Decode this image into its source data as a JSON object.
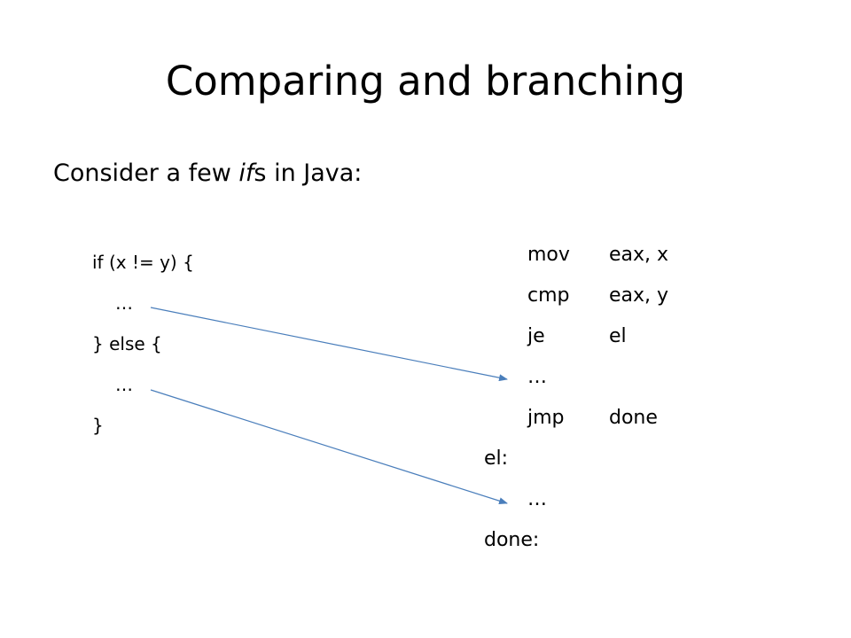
{
  "slide": {
    "title": "Comparing and branching",
    "intro": {
      "before": "Consider a few ",
      "italic": "if",
      "after": "s in Java:"
    },
    "java_code": [
      {
        "text": "if (x != y) {",
        "indent": false
      },
      {
        "text": "…",
        "indent": true
      },
      {
        "text": "} else {",
        "indent": false
      },
      {
        "text": "…",
        "indent": true
      },
      {
        "text": "}",
        "indent": false
      }
    ],
    "assembly": [
      {
        "label": "",
        "op": "mov",
        "arg": "eax, x"
      },
      {
        "label": "",
        "op": "cmp",
        "arg": "eax, y"
      },
      {
        "label": "",
        "op": "je",
        "arg": "el"
      },
      {
        "label": "",
        "op": "…",
        "arg": ""
      },
      {
        "label": "",
        "op": "jmp",
        "arg": "done"
      },
      {
        "label": "el:",
        "op": "",
        "arg": ""
      },
      {
        "label": "",
        "op": "…",
        "arg": ""
      },
      {
        "label": "done:",
        "op": "",
        "arg": ""
      }
    ],
    "arrow_color": "#4a7ebb"
  }
}
